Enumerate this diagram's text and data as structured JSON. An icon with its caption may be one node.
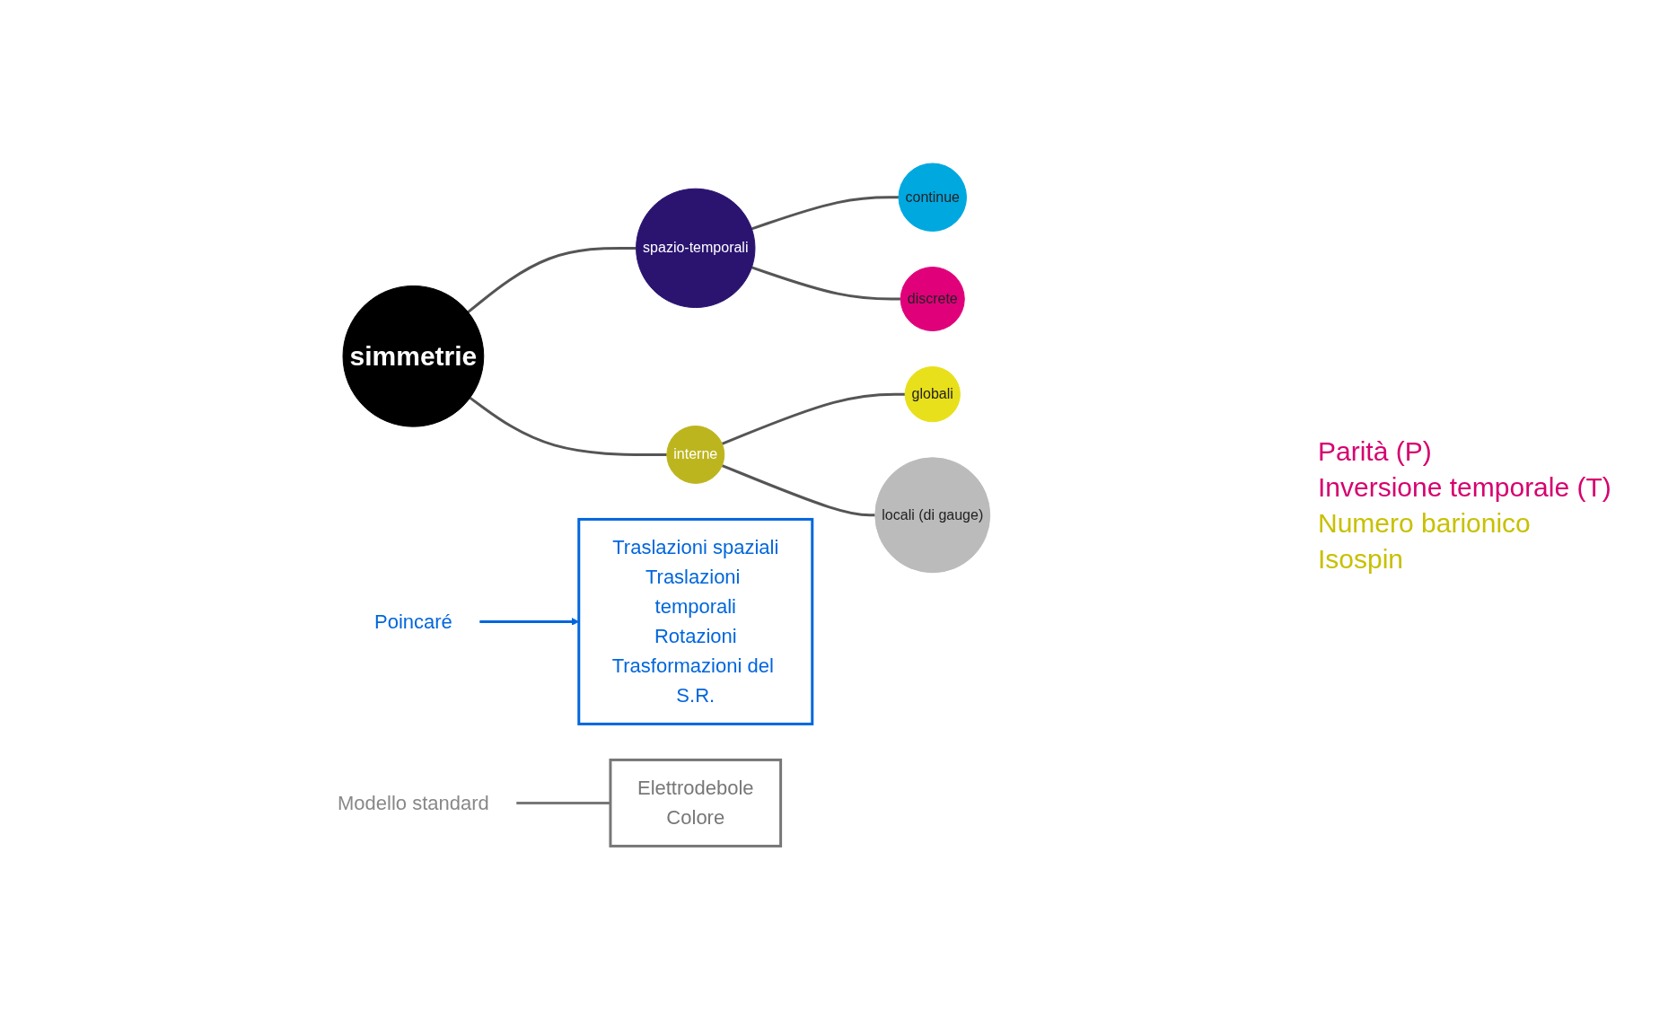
{
  "diagram": {
    "nodes": [
      {
        "text": [
          "simmetrie"
        ]
      },
      {
        "text": [
          "spazio-temporali"
        ]
      },
      {
        "text": [
          "interne"
        ]
      },
      {
        "text": [
          "continue"
        ]
      },
      {
        "text": [
          "discrete"
        ]
      },
      {
        "text": [
          "globali"
        ]
      },
      {
        "text": [
          "locali (di gauge)"
        ]
      },
      {
        "text": [
          "Traslazioni spaziali",
          "Traslazioni temporali",
          "Rotazioni",
          "Trasformazioni del S.R."
        ]
      },
      {
        "text": [
          "Poincaré"
        ]
      },
      {
        "text": [
          "Elettrodebole",
          "Colore"
        ]
      },
      {
        "text": [
          "Modello standard"
        ]
      }
    ],
    "edges": [
      {
        "from": 0,
        "to": 1,
        "arrow": "none"
      },
      {
        "from": 0,
        "to": 2,
        "arrow": "none"
      },
      {
        "from": 1,
        "to": 3,
        "arrow": "none"
      },
      {
        "from": 1,
        "to": 4,
        "arrow": "none"
      },
      {
        "from": 2,
        "to": 5,
        "arrow": "none"
      },
      {
        "from": 2,
        "to": 6,
        "arrow": "none"
      },
      {
        "from": 8,
        "to": 7,
        "arrow": "to",
        "color": "#0066dd"
      },
      {
        "from": 10,
        "to": 9,
        "arrow": "none",
        "color": "#777777"
      }
    ],
    "labels": [
      "Parità (P)",
      "Inversione temporale (T)",
      "Numero barionico",
      "Isospin"
    ]
  }
}
